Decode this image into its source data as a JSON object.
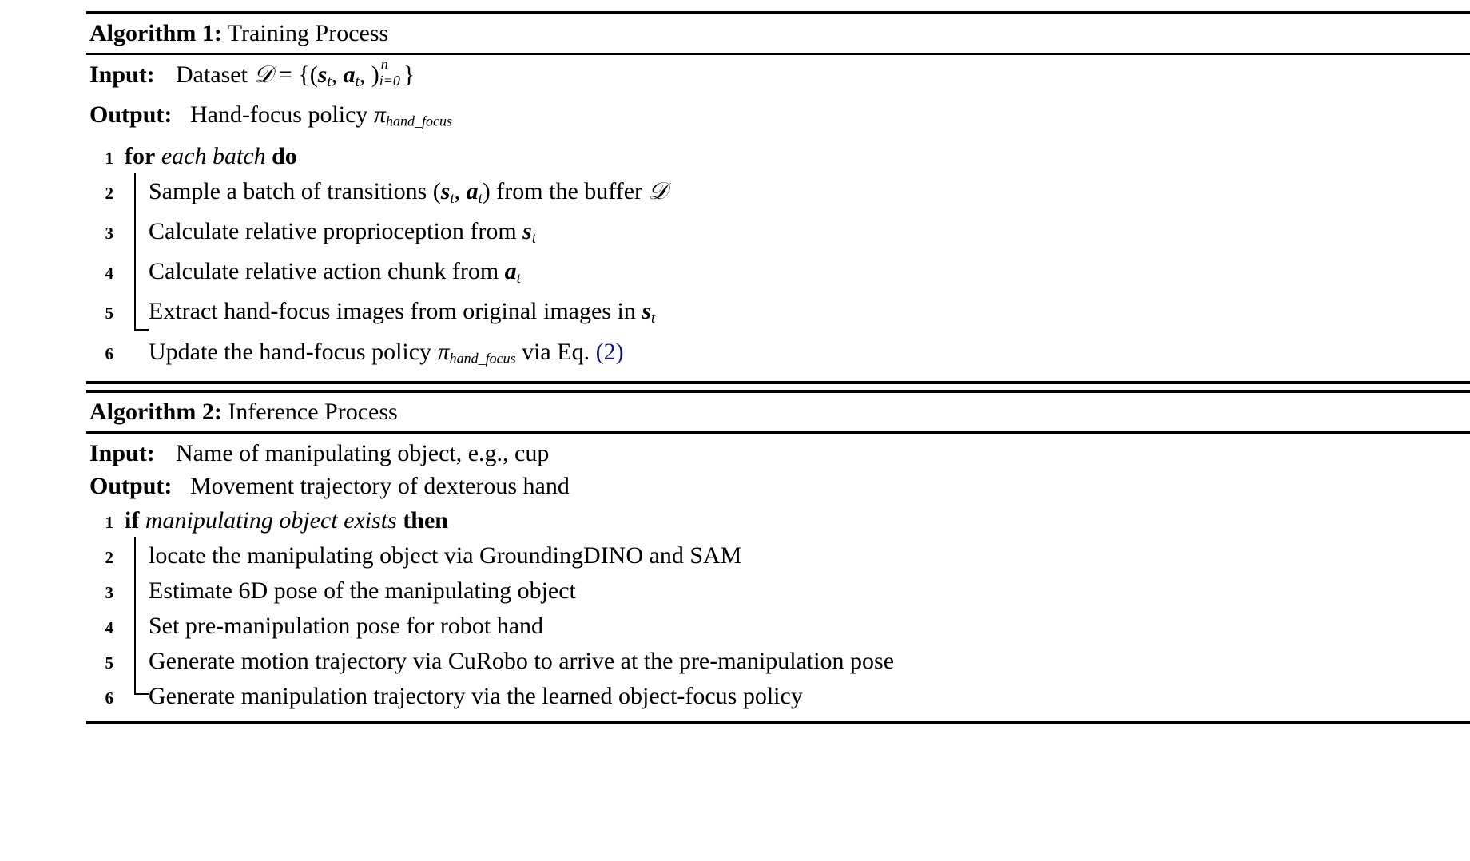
{
  "document": {
    "type": "algorithm-figure",
    "accent_link_color": "#14147f"
  },
  "algorithms": [
    {
      "id": "algorithm-1",
      "label": "Algorithm 1:",
      "title": "Training Process",
      "io": [
        {
          "key": "Input:",
          "value": "Dataset D = {(s_t, a_t, )_{i=0}^{n}}",
          "value_plain": "Dataset 𝒟 = {(s_t, a_t, )_{i=0}^n}"
        },
        {
          "key": "Output:",
          "value": "Hand-focus policy π_hand_focus",
          "value_plain": "Hand-focus policy π_hand_focus"
        }
      ],
      "steps": [
        {
          "num": "1",
          "level": 0,
          "text": "for each batch do",
          "keywords": [
            "for",
            "do"
          ],
          "italics": [
            "each batch"
          ]
        },
        {
          "num": "2",
          "level": 1,
          "text": "Sample a batch of transitions (s_t, a_t) from the buffer D"
        },
        {
          "num": "3",
          "level": 1,
          "text": "Calculate relative proprioception from s_t"
        },
        {
          "num": "4",
          "level": 1,
          "text": "Calculate relative action chunk from a_t"
        },
        {
          "num": "5",
          "level": 1,
          "text": "Extract hand-focus images from original images in s_t"
        },
        {
          "num": "6",
          "level": 1,
          "text": "Update the hand-focus policy π_hand_focus via Eq. (2)",
          "reference": "(2)"
        }
      ]
    },
    {
      "id": "algorithm-2",
      "label": "Algorithm 2:",
      "title": "Inference Process",
      "io": [
        {
          "key": "Input:",
          "value": "Name of manipulating object, e.g., cup"
        },
        {
          "key": "Output:",
          "value": "Movement trajectory of dexterous hand"
        }
      ],
      "steps": [
        {
          "num": "1",
          "level": 0,
          "text": "if manipulating object exists then",
          "keywords": [
            "if",
            "then"
          ],
          "italics": [
            "manipulating object exists"
          ]
        },
        {
          "num": "2",
          "level": 1,
          "text": "locate the manipulating object via GroundingDINO and SAM"
        },
        {
          "num": "3",
          "level": 1,
          "text": "Estimate 6D pose of the manipulating object"
        },
        {
          "num": "4",
          "level": 1,
          "text": "Set pre-manipulation pose for robot hand"
        },
        {
          "num": "5",
          "level": 1,
          "text": "Generate motion trajectory via CuRobo to arrive at the pre-manipulation pose"
        },
        {
          "num": "6",
          "level": 1,
          "text": "Generate manipulation trajectory via the learned object-focus policy"
        }
      ]
    }
  ]
}
